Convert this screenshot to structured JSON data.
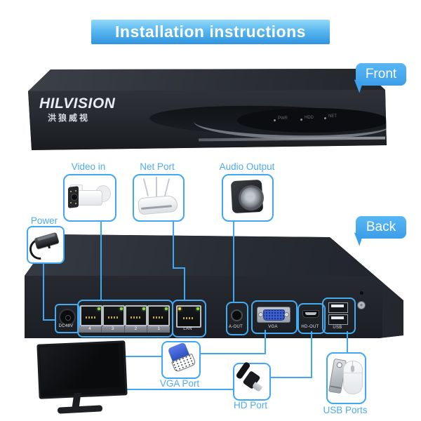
{
  "banner": {
    "title": "Installation instructions"
  },
  "view_labels": {
    "front": "Front",
    "back": "Back"
  },
  "front_device": {
    "brand": "HILVISION",
    "brand_cn": "洪狼威视",
    "leds": [
      "PWR",
      "HDD",
      "NET"
    ]
  },
  "callouts": {
    "power": "Power",
    "video_in": "Video in",
    "net_port": "Net Port",
    "audio_output": "Audio Output",
    "vga_port": "VGA Port",
    "hd_port": "HD Port",
    "usb_ports": "USB Ports"
  },
  "back_panel": {
    "dc": "DC48V",
    "poe_numbers": [
      "4",
      "3",
      "2",
      "1"
    ],
    "lan": "LAN",
    "aout": "A-OUT",
    "vga": "VGA",
    "hdout": "HD-OUT",
    "usb": "USB"
  },
  "colors": {
    "accent": "#3fa7f3",
    "label_text": "#4fabef",
    "banner_top": "#93d9f9",
    "banner_bottom": "#2f93e0"
  }
}
